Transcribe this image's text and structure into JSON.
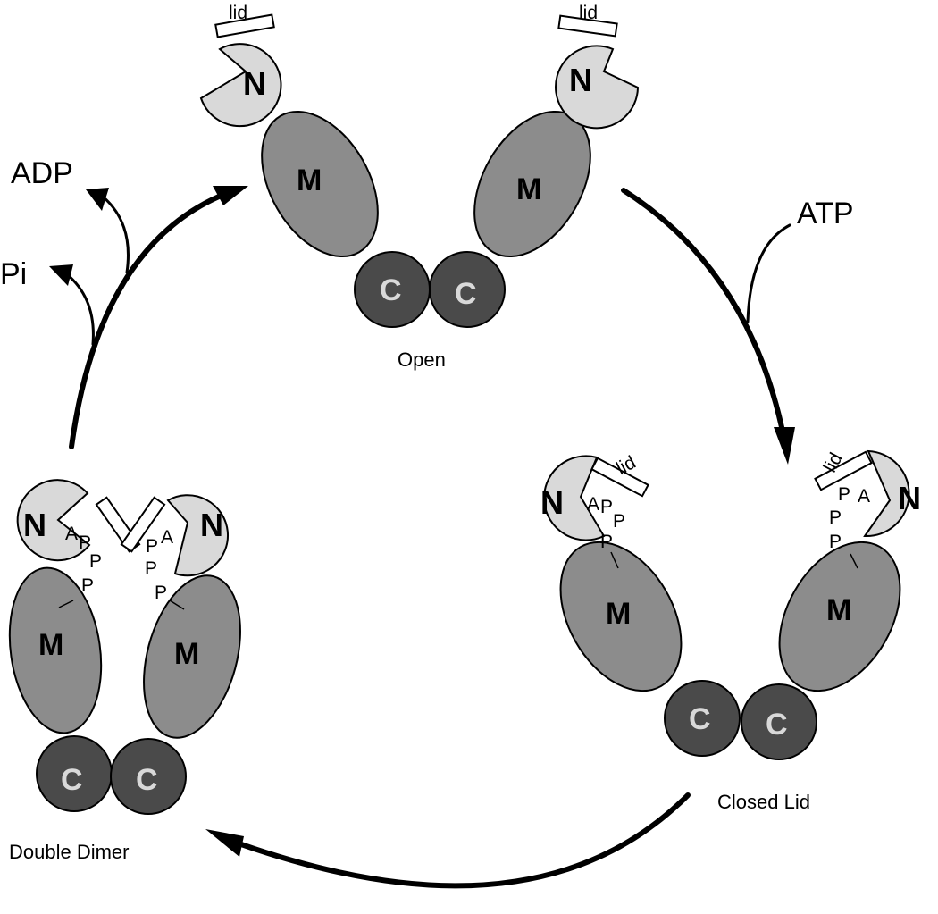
{
  "domain_labels": {
    "n": "N",
    "m": "M",
    "c": "C",
    "lid": "lid"
  },
  "nucleotide_letters": {
    "a": "A",
    "p": "P"
  },
  "states": {
    "open": "Open",
    "closed_lid": "Closed Lid",
    "double_dimer": "Double Dimer"
  },
  "molecules": {
    "atp": "ATP",
    "adp": "ADP",
    "pi": "Pi"
  },
  "colors": {
    "n_domain": "#d9d9d9",
    "m_domain": "#8c8c8c",
    "c_domain": "#4a4a4a",
    "c_text": "#d9d9d9",
    "stroke": "#000000"
  }
}
